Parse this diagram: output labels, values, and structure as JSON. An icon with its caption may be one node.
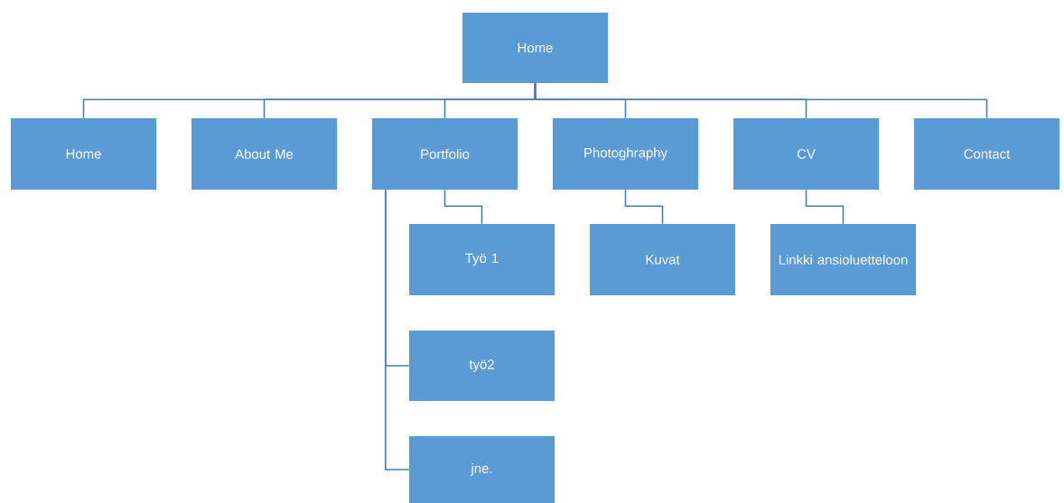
{
  "diagram": {
    "nodes": [
      {
        "text": [
          "Home"
        ]
      },
      {
        "text": [
          "Home"
        ]
      },
      {
        "text": [
          "About Me"
        ]
      },
      {
        "text": [
          "Portfolio"
        ]
      },
      {
        "text": [
          "Photoghraphy"
        ]
      },
      {
        "text": [
          "CV"
        ]
      },
      {
        "text": [
          "Contact"
        ]
      },
      {
        "text": [
          "Työ 1"
        ]
      },
      {
        "text": [
          "työ2"
        ]
      },
      {
        "text": [
          "jne."
        ]
      },
      {
        "text": [
          "Kuvat"
        ]
      },
      {
        "text": [
          "Linkki ansioluetteloon"
        ]
      }
    ],
    "edges": [
      {
        "from": 0,
        "to": 1,
        "arrow": "none"
      },
      {
        "from": 0,
        "to": 2,
        "arrow": "none"
      },
      {
        "from": 0,
        "to": 3,
        "arrow": "none"
      },
      {
        "from": 0,
        "to": 4,
        "arrow": "none"
      },
      {
        "from": 0,
        "to": 5,
        "arrow": "none"
      },
      {
        "from": 0,
        "to": 6,
        "arrow": "none"
      },
      {
        "from": 3,
        "to": 7,
        "arrow": "none"
      },
      {
        "from": 3,
        "to": 8,
        "arrow": "none"
      },
      {
        "from": 3,
        "to": 9,
        "arrow": "none"
      },
      {
        "from": 4,
        "to": 10,
        "arrow": "none"
      },
      {
        "from": 5,
        "to": 11,
        "arrow": "none"
      }
    ]
  }
}
